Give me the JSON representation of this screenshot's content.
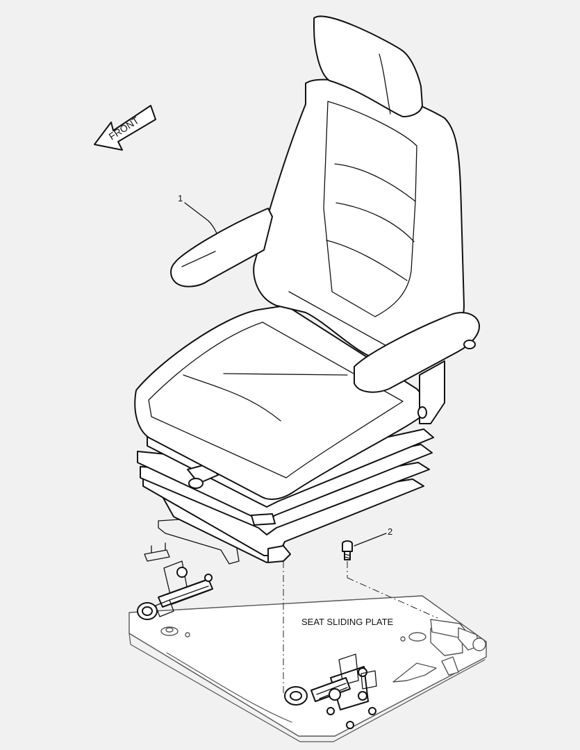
{
  "diagram": {
    "front_arrow_text": "FRONT",
    "callouts": [
      {
        "id": "seat-callout",
        "text": "1"
      },
      {
        "id": "bolt-callout",
        "text": "2"
      }
    ],
    "plate_label": "SEAT SLIDING PLATE"
  }
}
